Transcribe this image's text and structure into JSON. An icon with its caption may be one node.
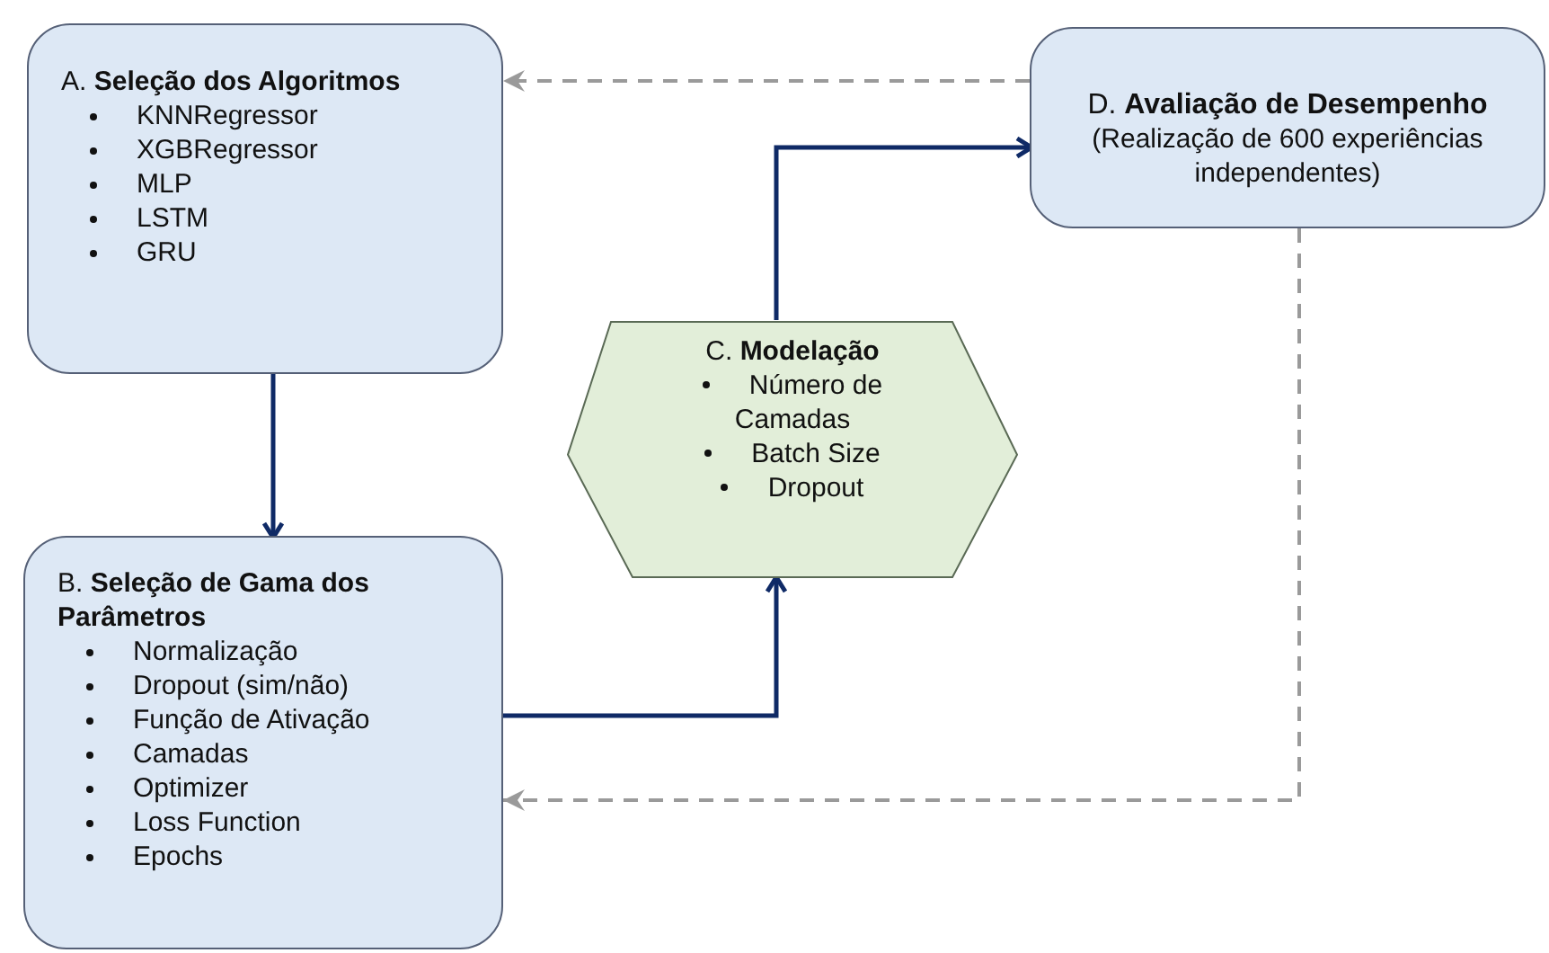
{
  "diagram": {
    "nodes": [
      {
        "text": [
          "A. **Seleção dos Algoritmos**",
          "KNNRegressor",
          "XGBRegressor",
          "MLP",
          "LSTM",
          "GRU"
        ]
      },
      {
        "text": [
          "D. **Avaliação de Desempenho**",
          "(Realização de 600 experiências independentes)"
        ]
      },
      {
        "text": [
          "C. **Modelação**",
          "Número de Camadas",
          "Batch Size",
          "Dropout"
        ]
      },
      {
        "text": [
          "B. **Seleção de Gama dos Parâmetros**",
          "Normalização",
          "Dropout (sim/não)",
          "Função de Ativação",
          "Camadas",
          "Optimizer",
          "Loss Function",
          "Epochs"
        ]
      }
    ],
    "edges": [
      {
        "from": 0,
        "to": 3,
        "arrow": "to"
      },
      {
        "from": 3,
        "to": 2,
        "arrow": "to"
      },
      {
        "from": 2,
        "to": 1,
        "arrow": "to"
      },
      {
        "from": 1,
        "to": 0,
        "arrow": "to",
        "style": "dashed",
        "color": "#9a9a9a"
      },
      {
        "from": 1,
        "to": 3,
        "arrow": "to",
        "style": "dashed",
        "color": "#9a9a9a"
      }
    ]
  }
}
